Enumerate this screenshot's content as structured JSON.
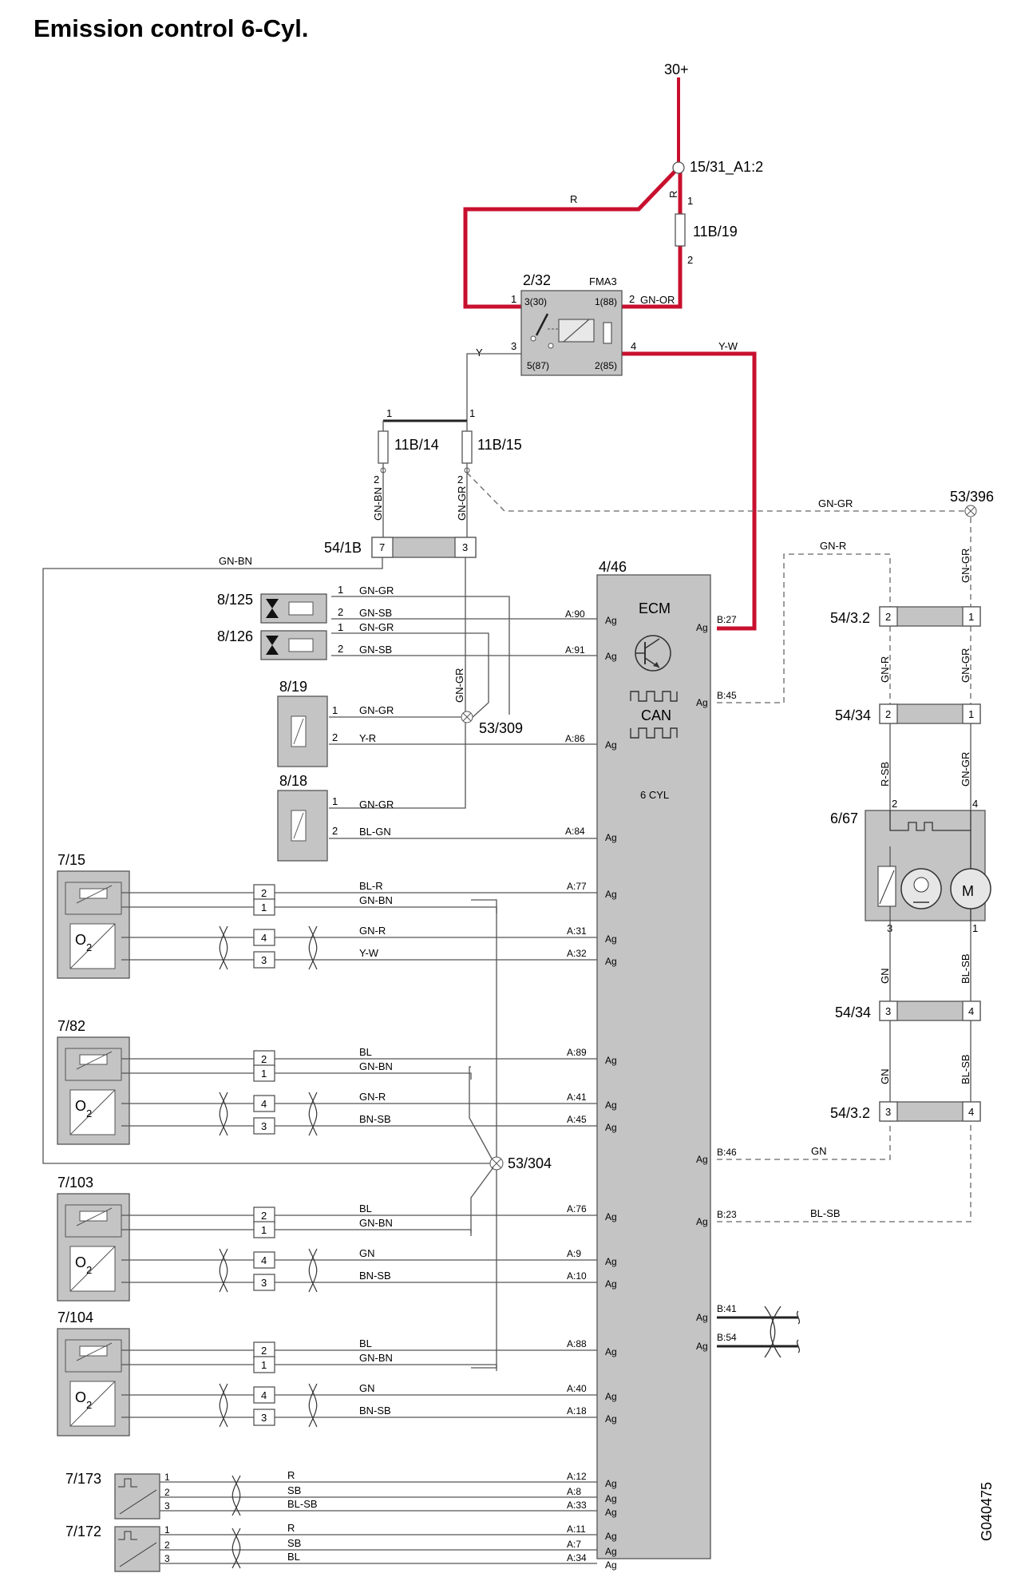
{
  "title": "Emission control 6-Cyl.",
  "drawing_id": "G040475",
  "power": {
    "supply": "30+",
    "junction": "15/31_A1:2",
    "fuse_top": "11B/19",
    "wire_r": "R"
  },
  "relay": {
    "id": "2/32",
    "label": "FMA3",
    "pin_30": "3(30)",
    "pin_88": "1(88)",
    "pin_87": "5(87)",
    "pin_85": "2(85)",
    "wire_gn_or": "GN-OR",
    "wire_yw": "Y-W",
    "wire_y": "Y"
  },
  "fuses": {
    "f14": "11B/14",
    "f15": "11B/15"
  },
  "connectors": {
    "c541b": "54/1B",
    "c53_396": "53/396",
    "c53_309": "53/309",
    "c53_304": "53/304",
    "c54_32_top": "54/3.2",
    "c54_34_top": "54/34",
    "c54_34_bot": "54/34",
    "c54_32_bot": "54/3.2"
  },
  "ecm": {
    "id": "4/46",
    "name": "ECM",
    "can": "CAN",
    "variant": "6 CYL"
  },
  "components": {
    "valve1": "8/125",
    "valve2": "8/126",
    "sol1": "8/19",
    "sol2": "8/18",
    "o2_1": "7/15",
    "o2_2": "7/82",
    "o2_3": "7/103",
    "o2_4": "7/104",
    "cam1": "7/173",
    "cam2": "7/172",
    "pump": "6/67",
    "motor": "M"
  },
  "wires": {
    "gn_bn": "GN-BN",
    "gn_gr": "GN-GR",
    "gn_sb": "GN-SB",
    "gn_r": "GN-R",
    "y_r": "Y-R",
    "bl_gn": "BL-GN",
    "bl_r": "BL-R",
    "y_w": "Y-W",
    "bl": "BL",
    "bn_sb": "BN-SB",
    "gn": "GN",
    "r": "R",
    "sb": "SB",
    "bl_sb": "BL-SB",
    "r_sb": "R-SB"
  },
  "pins": {
    "a90": "A:90",
    "a91": "A:91",
    "a86": "A:86",
    "a84": "A:84",
    "a77": "A:77",
    "a31": "A:31",
    "a32": "A:32",
    "a89": "A:89",
    "a41": "A:41",
    "a45": "A:45",
    "a76": "A:76",
    "a9": "A:9",
    "a10": "A:10",
    "a88": "A:88",
    "a40": "A:40",
    "a18": "A:18",
    "a12": "A:12",
    "a8": "A:8",
    "a33": "A:33",
    "a11": "A:11",
    "a7": "A:7",
    "a34": "A:34",
    "b27": "B:27",
    "b45": "B:45",
    "b46": "B:46",
    "b23": "B:23",
    "b41": "B:41",
    "b54": "B:54"
  },
  "ag": "Ag"
}
